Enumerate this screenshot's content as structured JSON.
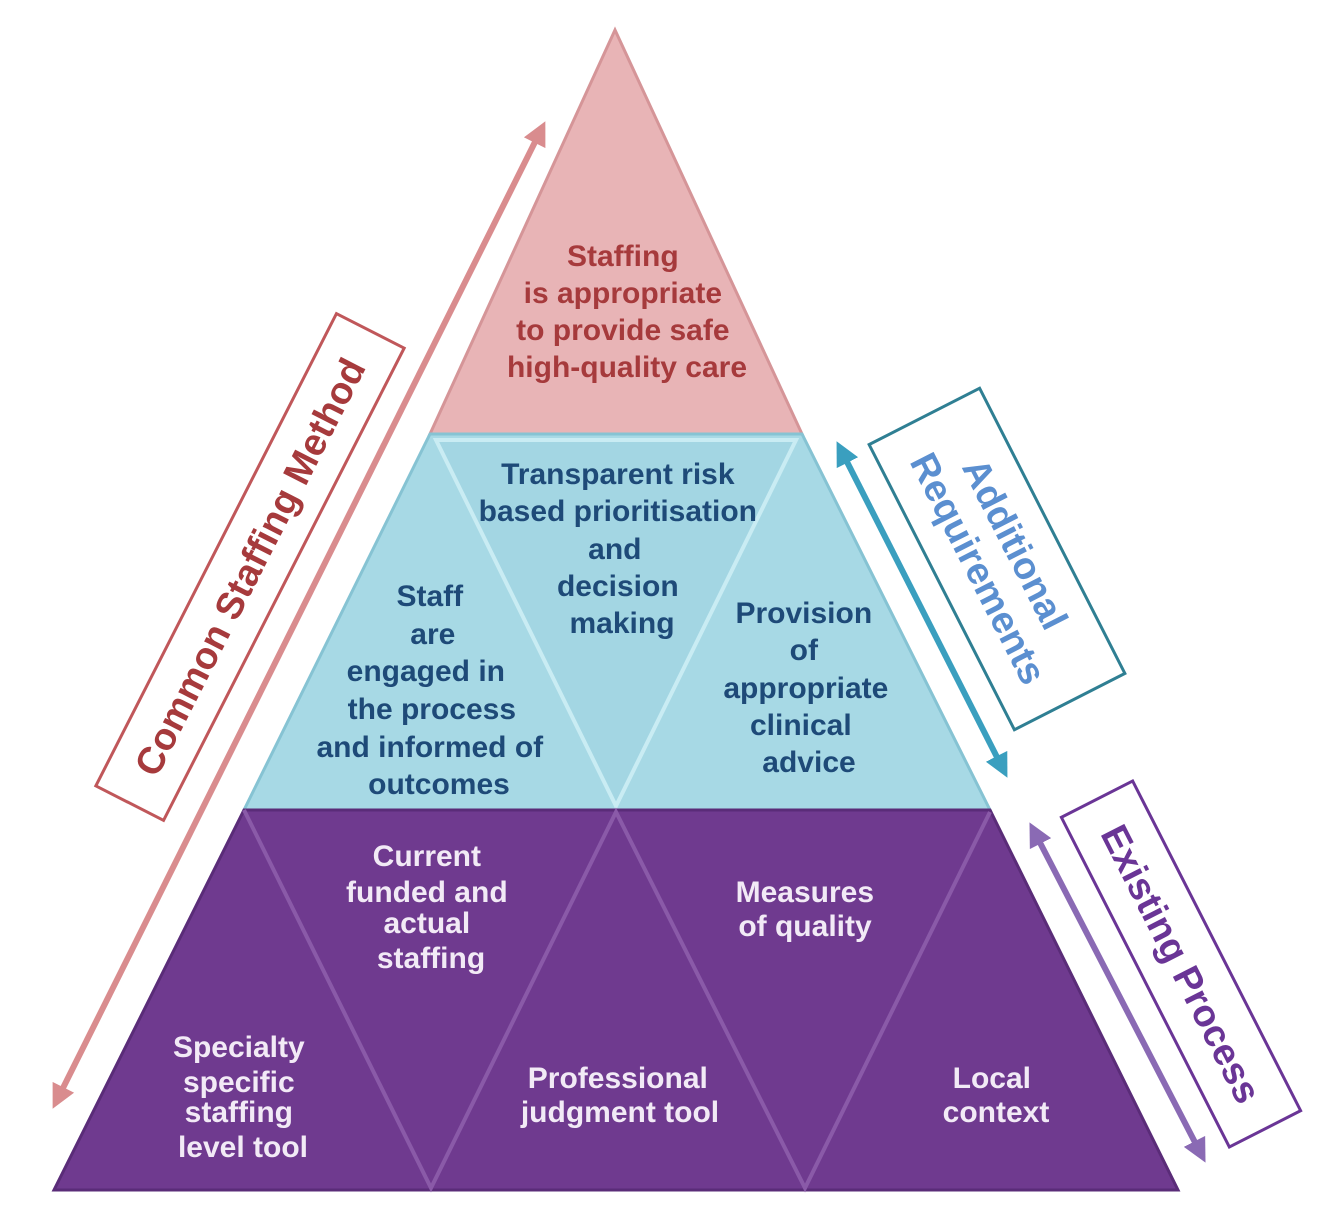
{
  "top": {
    "lines": [
      "Staffing",
      "is appropriate",
      "to provide safe",
      "high-quality care"
    ]
  },
  "middle": {
    "left": [
      "Staff",
      "are",
      "engaged in",
      "the process",
      "and informed of",
      "outcomes"
    ],
    "center": [
      "Transparent risk",
      "based prioritisation",
      "and",
      "decision",
      "making"
    ],
    "right": [
      "Provision",
      "of",
      "appropriate",
      "clinical",
      "advice"
    ]
  },
  "bottom": {
    "tool1": [
      "Specialty",
      "specific",
      "staffing",
      "level tool"
    ],
    "funded": [
      "Current",
      "funded and",
      "actual",
      "staffing"
    ],
    "tool2": [
      "Professional",
      "judgment tool"
    ],
    "quality": [
      "Measures",
      "of quality"
    ],
    "local": [
      "Local",
      "context"
    ]
  },
  "side_labels": {
    "common": "Common Staffing Method",
    "additional": [
      "Additional",
      "Requirements"
    ],
    "existing": "Existing Process"
  },
  "colors": {
    "top_fill": "#e8b4b6",
    "top_text": "#a63a3c",
    "mid_fill": "#a7d9e5",
    "mid_text": "#1e4a78",
    "bot_fill": "#6f3a8f",
    "bot_text": "#f2eaf6",
    "common": "#a63a3c",
    "common_arrow": "#d98c8e",
    "additional": "#3a8fa8",
    "additional_text": "#5b8fd0",
    "existing": "#6a3596",
    "existing_arrow": "#8a6ab4"
  }
}
